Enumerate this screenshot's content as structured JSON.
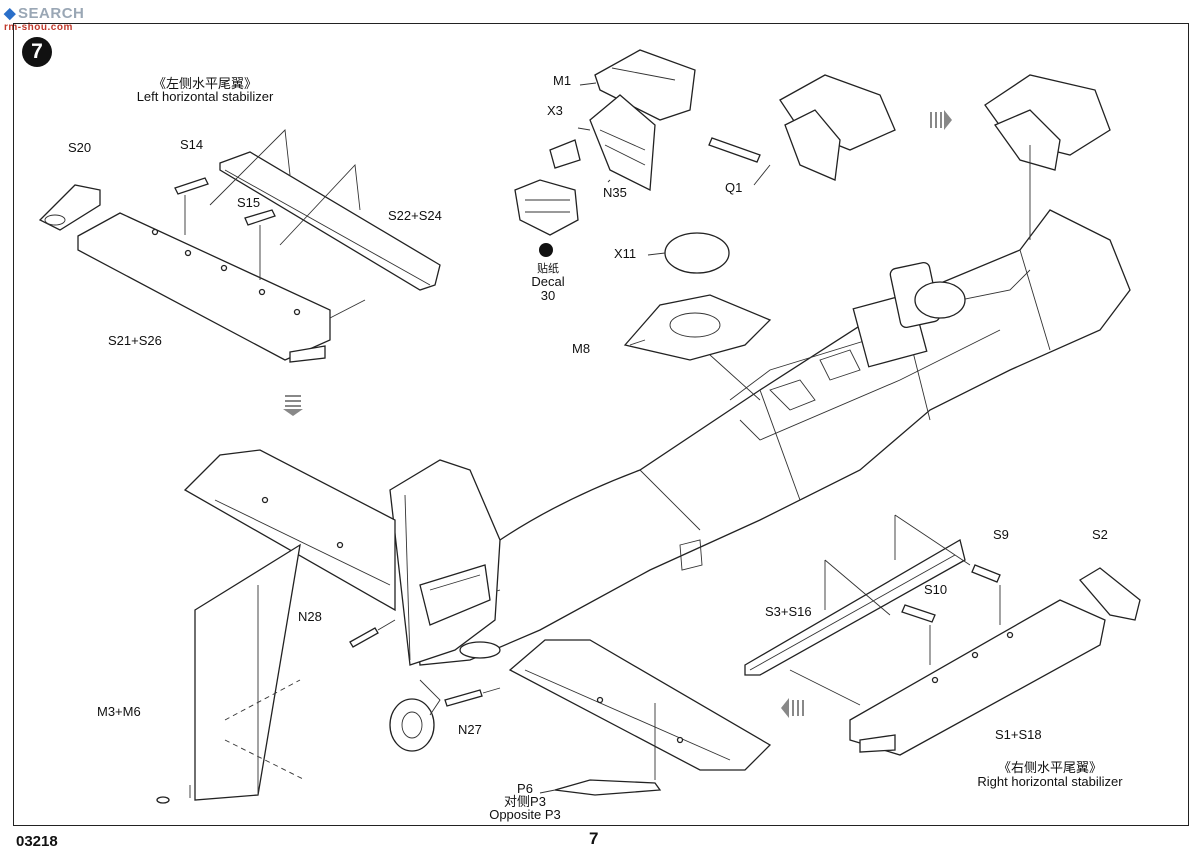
{
  "header": {
    "watermark_cn": "",
    "watermark_text": "SEARCH",
    "watermark_host": "rm-shou.com",
    "step_number": "7"
  },
  "left_stabilizer": {
    "title_cn": "《左侧水平尾翼》",
    "title_en": "Left horizontal stabilizer"
  },
  "right_stabilizer": {
    "title_cn": "《右侧水平尾翼》",
    "title_en": "Right horizontal stabilizer"
  },
  "parts": {
    "s20": "S20",
    "s14": "S14",
    "s15": "S15",
    "s22_s24": "S22+S24",
    "s21_s26": "S21+S26",
    "m1": "M1",
    "x3": "X3",
    "n35": "N35",
    "q1": "Q1",
    "x11": "X11",
    "m8": "M8",
    "n28": "N28",
    "n27": "N27",
    "m3_m6": "M3+M6",
    "p6": "P6",
    "p6_cn": "对侧P3",
    "p6_en": "Opposite P3",
    "s9": "S9",
    "s2": "S2",
    "s10": "S10",
    "s3_s16": "S3+S16",
    "s1_s18": "S1+S18"
  },
  "decal": {
    "label_cn": "贴纸",
    "label_en": "Decal",
    "number": "30"
  },
  "footer": {
    "model_number": "03218",
    "page_number": "7"
  }
}
